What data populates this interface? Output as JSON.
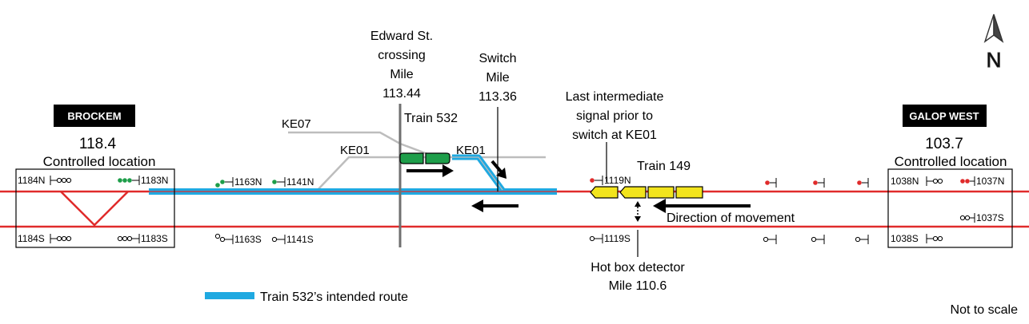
{
  "colors": {
    "main_track": "#e02b2b",
    "route": "#1fa9e1",
    "siding": "#bdbdbd",
    "train_532": "#1e9e4a",
    "train_149": "#f2e41c",
    "signal_red": "#e02b2b",
    "signal_green": "#1e9e4a",
    "text": "#000000",
    "label_bg": "#000000"
  },
  "north_label": "N",
  "locations": {
    "west": {
      "name": "BROCKEM",
      "mile": "118.4",
      "caption": "Controlled location"
    },
    "east": {
      "name": "GALOP WEST",
      "mile": "103.7",
      "caption": "Controlled location"
    }
  },
  "callouts": {
    "edward": [
      "Edward St.",
      "crossing",
      "Mile",
      "113.44"
    ],
    "switch": [
      "Switch",
      "Mile",
      "113.36"
    ],
    "last_signal": [
      "Last intermediate",
      "signal prior to",
      "switch at KE01"
    ],
    "hot_box": [
      "Hot box detector",
      "Mile 110.6"
    ]
  },
  "trains": {
    "t532": "Train 532",
    "t149": "Train 149"
  },
  "sidings": {
    "ke07": "KE07",
    "ke01_left": "KE01",
    "ke01_right": "KE01"
  },
  "direction_label": "Direction of movement",
  "signals": {
    "s1184n": "1184N",
    "s1183n": "1183N",
    "s1184s": "1184S",
    "s1183s": "1183S",
    "s1163n": "1163N",
    "s1141n": "1141N",
    "s1163s": "1163S",
    "s1141s": "1141S",
    "s1119n": "1119N",
    "s1119s": "1119S",
    "s1038n": "1038N",
    "s1037n": "1037N",
    "s1037s": "1037S",
    "s1038s": "1038S"
  },
  "legend": {
    "route": "Train 532’s intended route"
  },
  "scale_note": "Not to scale"
}
